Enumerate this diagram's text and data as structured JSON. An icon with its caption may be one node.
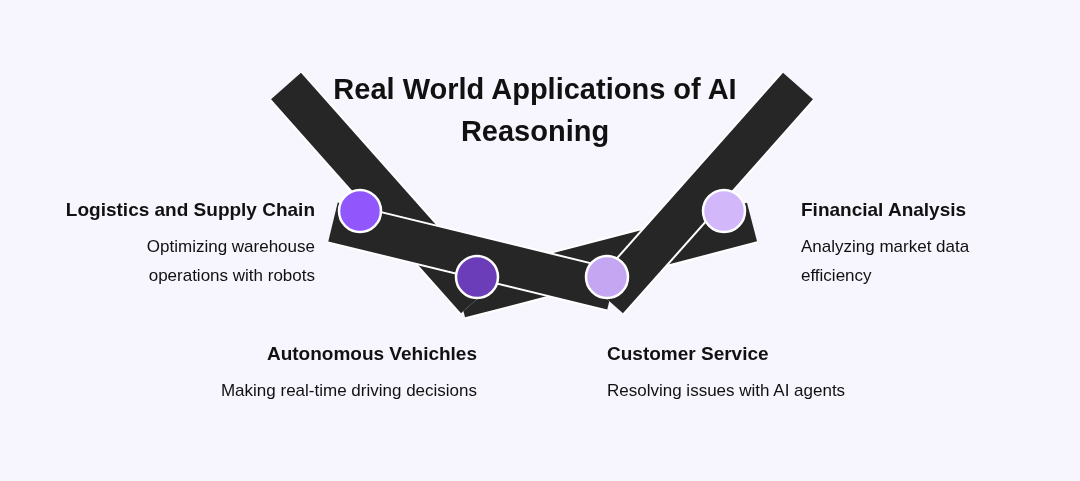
{
  "diagram": {
    "title": "Real World Applications of AI Reasoning",
    "labels": [
      "Logistics and Supply Chain",
      "Optimizing warehouse operations with robots",
      "Financial Analysis",
      "Analyzing market data efficiency",
      "Autonomous Vehichles",
      "Making real-time driving decisions",
      "Customer Service",
      "Resolving issues with AI agents"
    ]
  }
}
